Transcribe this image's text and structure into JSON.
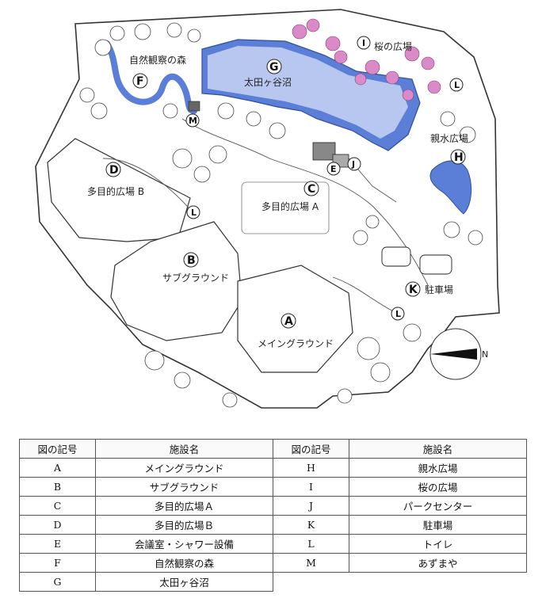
{
  "map": {
    "areas": {
      "A": {
        "mark": "A",
        "name": "メイングラウンド"
      },
      "B": {
        "mark": "B",
        "name": "サブグラウンド"
      },
      "C": {
        "mark": "C",
        "name": "多目的広場 A"
      },
      "D": {
        "mark": "D",
        "name": "多目的広場 B"
      },
      "E": {
        "mark": "E"
      },
      "F": {
        "mark": "F",
        "name": "自然観察の森"
      },
      "G": {
        "mark": "G",
        "name": "太田ヶ谷沼"
      },
      "H": {
        "mark": "H",
        "name": "親水広場"
      },
      "I": {
        "mark": "I",
        "name": "桜の広場"
      },
      "J": {
        "mark": "J"
      },
      "K": {
        "mark": "K",
        "name": "駐車場"
      },
      "L": {
        "mark": "L"
      },
      "M": {
        "mark": "M"
      }
    }
  },
  "legend": {
    "headers": {
      "symbol": "図の記号",
      "facility": "施設名"
    },
    "left": [
      {
        "symbol": "A",
        "facility": "メイングラウンド"
      },
      {
        "symbol": "B",
        "facility": "サブグラウンド"
      },
      {
        "symbol": "C",
        "facility": "多目的広場Ａ"
      },
      {
        "symbol": "D",
        "facility": "多目的広場Ｂ"
      },
      {
        "symbol": "E",
        "facility": "会議室・シャワー設備"
      },
      {
        "symbol": "F",
        "facility": "自然観察の森"
      },
      {
        "symbol": "G",
        "facility": "太田ヶ谷沼"
      }
    ],
    "right": [
      {
        "symbol": "H",
        "facility": "親水広場"
      },
      {
        "symbol": "I",
        "facility": "桜の広場"
      },
      {
        "symbol": "J",
        "facility": "パークセンター"
      },
      {
        "symbol": "K",
        "facility": "駐車場"
      },
      {
        "symbol": "L",
        "facility": "トイレ"
      },
      {
        "symbol": "M",
        "facility": "あずまや"
      }
    ]
  }
}
